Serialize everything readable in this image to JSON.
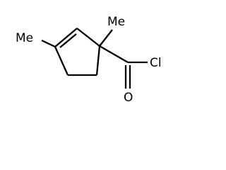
{
  "molecule": {
    "labels": {
      "methyl_left": "Me",
      "methyl_top": "Me",
      "chlorine": "Cl",
      "oxygen": "O"
    }
  }
}
